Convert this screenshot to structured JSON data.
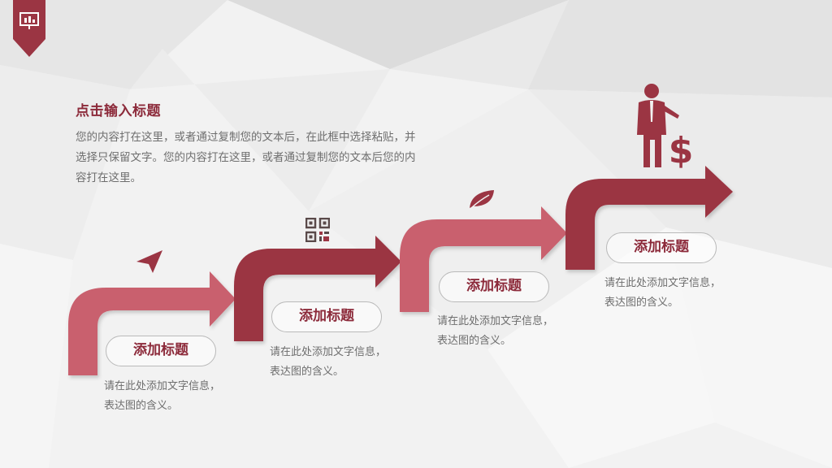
{
  "intro": {
    "title": "点击输入标题",
    "text": "您的内容打在这里，或者通过复制您的文本后，在此框中选择粘贴，并选择只保留文字。您的内容打在这里，或者通过复制您的文本后您的内容打在这里。"
  },
  "steps": [
    {
      "label": "添加标题",
      "desc": "请在此处添加文字信息，表达图的含义。",
      "icon": "paper-plane-icon"
    },
    {
      "label": "添加标题",
      "desc": "请在此处添加文字信息，表达图的含义。",
      "icon": "qr-code-icon"
    },
    {
      "label": "添加标题",
      "desc": "请在此处添加文字信息，表达图的含义。",
      "icon": "leaf-icon"
    },
    {
      "label": "添加标题",
      "desc": "请在此处添加文字信息，表达图的含义。",
      "icon": "businessman-dollar-icon"
    }
  ],
  "colors": {
    "dark_red": "#9b3543",
    "pink": "#c9606e",
    "title_red": "#8c2a3a",
    "text_gray": "#6e6e6e"
  }
}
